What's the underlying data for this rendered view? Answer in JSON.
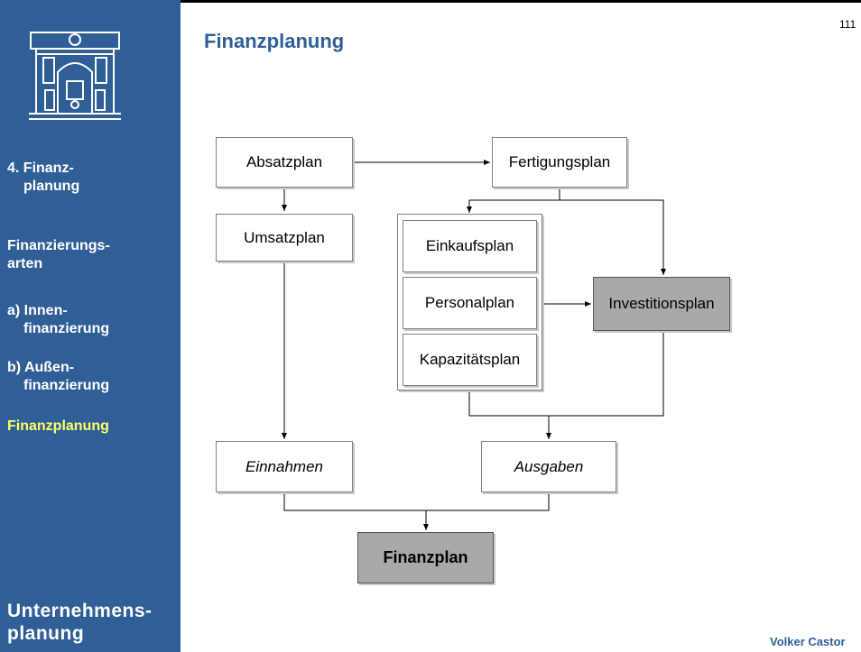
{
  "sidebar": {
    "nav": [
      {
        "lines": [
          "4. Finanz-",
          "planung"
        ]
      },
      {
        "lines": [
          "Finanzierungs-",
          "arten"
        ]
      },
      {
        "lines": [
          "a) Innen-",
          "finanzierung"
        ]
      },
      {
        "lines": [
          "b) Außen-",
          "finanzierung"
        ]
      },
      {
        "lines": [
          "Finanzplanung"
        ]
      }
    ],
    "footer": [
      "Unternehmens-",
      "planung"
    ]
  },
  "slide": {
    "title": "Finanzplanung",
    "page_number": "111",
    "author": "Volker Castor"
  },
  "diagram": {
    "nodes": {
      "absatzplan": "Absatzplan",
      "fertigungsplan": "Fertigungsplan",
      "umsatzplan": "Umsatzplan",
      "einkaufsplan": "Einkaufsplan",
      "personalplan": "Personalplan",
      "kapazitaetsplan": "Kapazitätsplan",
      "investitionsplan": "Investitionsplan",
      "einnahmen": "Einnahmen",
      "ausgaben": "Ausgaben",
      "finanzplan": "Finanzplan"
    }
  },
  "colors": {
    "sidebar": "#2f5f96",
    "highlight": "#ffff66",
    "gray_box": "#a9a9a9"
  }
}
